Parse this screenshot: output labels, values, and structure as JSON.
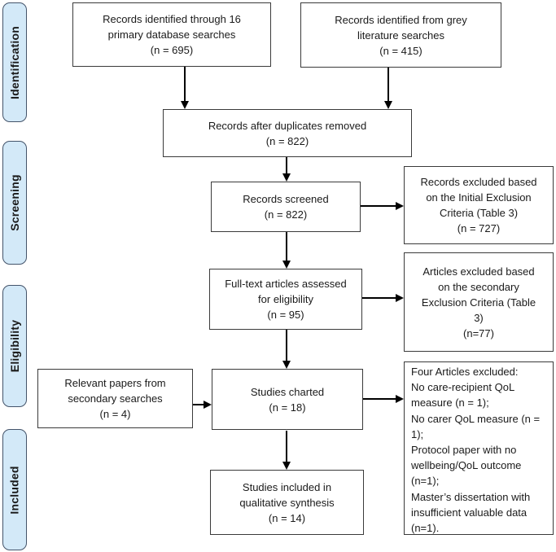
{
  "title": "PRISMA flow diagram of study selection",
  "colors": {
    "stage_fill": "#d3e9f8",
    "stage_border": "#44546a",
    "box_border": "#3a3a3a",
    "arrow": "#000000",
    "text": "#1a1a1a"
  },
  "sidebar": {
    "stages": [
      {
        "label": "Identification"
      },
      {
        "label": "Screening"
      },
      {
        "label": "Eligibility"
      },
      {
        "label": "Included"
      }
    ]
  },
  "boxes": {
    "primary_db": {
      "text": "Records identified through 16\nprimary database searches\n(n = 695)"
    },
    "grey_literature": {
      "text": "Records identified from grey\nliterature searches\n(n = 415)"
    },
    "duplicates_removed": {
      "text": "Records after duplicates removed\n(n = 822)"
    },
    "records_screened": {
      "text": "Records screened\n(n = 822)"
    },
    "excluded_initial": {
      "text": "Records excluded based\non the Initial Exclusion\nCriteria (Table 3)\n(n = 727)"
    },
    "fulltext_assessed": {
      "text": "Full-text articles assessed\nfor eligibility\n(n = 95)"
    },
    "excluded_secondary": {
      "text": "Articles excluded based\non the secondary\nExclusion Criteria (Table\n3)\n(n=77)"
    },
    "secondary_searches": {
      "text": "Relevant papers from\nsecondary searches\n(n = 4)"
    },
    "studies_charted": {
      "text": "Studies charted\n(n = 18)"
    },
    "four_excluded": {
      "text": "Four Articles excluded:\nNo care-recipient QoL\nmeasure (n = 1);\nNo carer QoL measure (n =\n1);\nProtocol paper with no\nwellbeing/QoL outcome\n(n=1);\nMaster’s dissertation with\ninsufficient valuable data\n(n=1)."
    },
    "qualitative_synthesis": {
      "text": "Studies included in\nqualitative synthesis\n(n = 14)"
    }
  }
}
